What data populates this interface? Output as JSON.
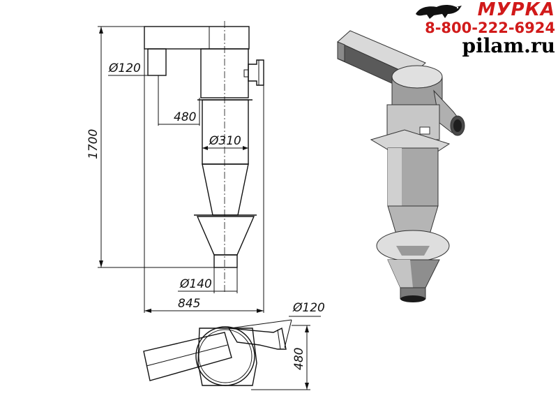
{
  "brand": {
    "name": "МУРКА",
    "phone": "8-800-222-6924",
    "site": "pilam.ru",
    "name_color": "#d11a1a",
    "logo_icon": "panther-icon"
  },
  "dimensions": {
    "inlet_diameter": "Ø120",
    "inlet_offset": "480",
    "body_diameter": "Ø310",
    "total_height": "1700",
    "outlet_diameter": "Ø140",
    "total_width": "845",
    "plan_inlet_diameter": "Ø120",
    "plan_depth": "480"
  }
}
